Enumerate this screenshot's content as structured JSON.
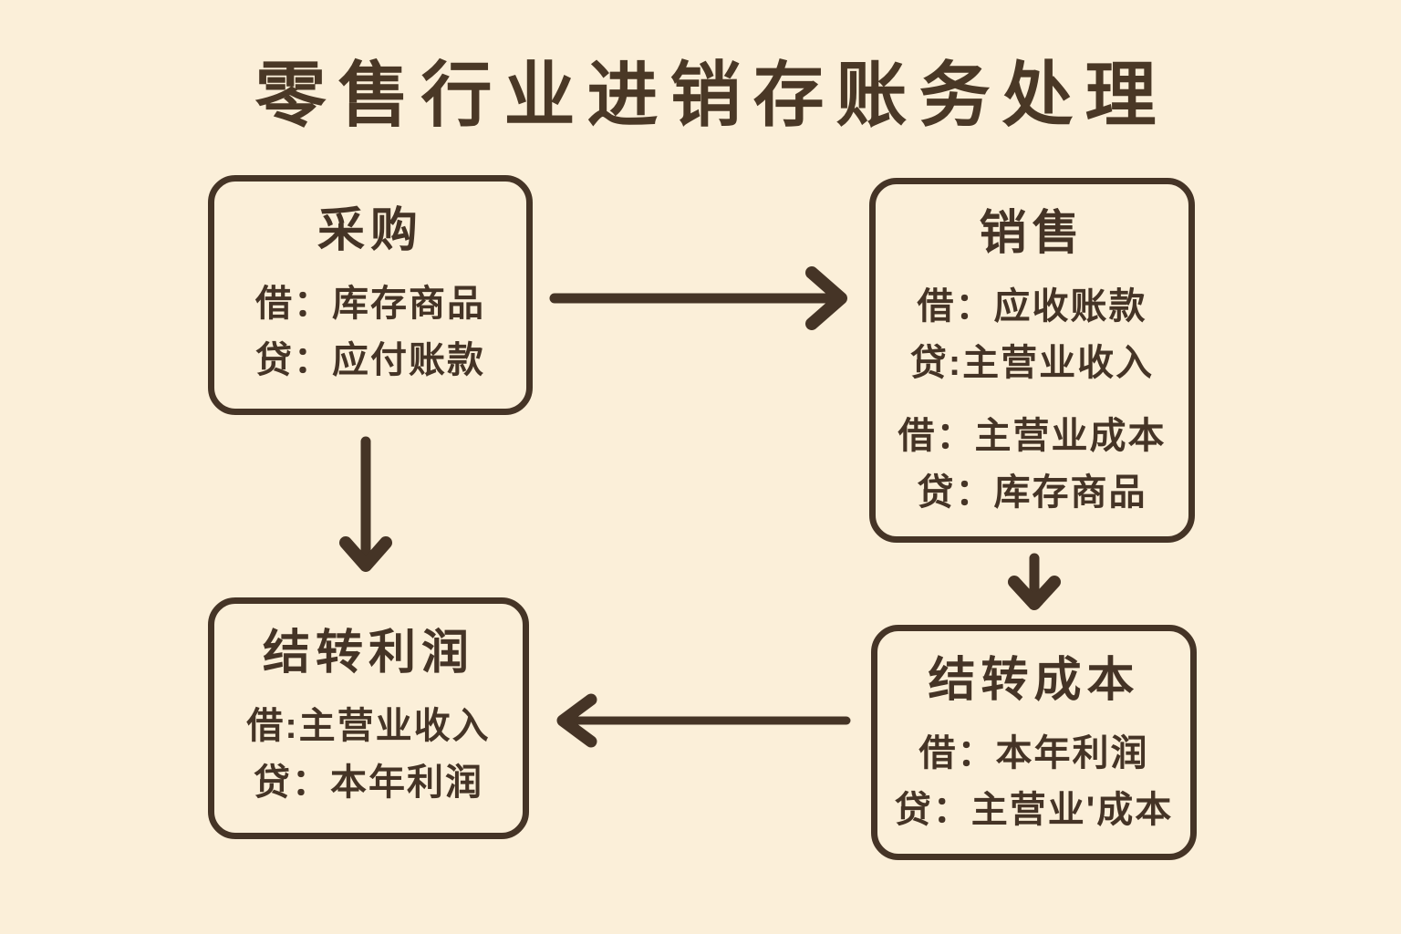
{
  "title": "零售行业进销存账务处理",
  "colors": {
    "background": "#fbefd9",
    "ink": "#453426",
    "title_ink": "#4a3826"
  },
  "boxes": {
    "purchase": {
      "title": "采购",
      "lines": [
        "借：库存商品",
        "贷：应付账款"
      ]
    },
    "sales": {
      "title": "销售",
      "lines": [
        "借：应收账款",
        "贷:主营业收入",
        "借：主营业成本",
        "贷：库存商品"
      ]
    },
    "carry_profit": {
      "title": "结转利润",
      "lines": [
        "借:主营业收入",
        "贷：本年利润"
      ]
    },
    "carry_cost": {
      "title": "结转成本",
      "lines": [
        "借：本年利润",
        "贷：主营业'成本"
      ]
    }
  },
  "arrows": {
    "purchase_to_sales": "right-arrow",
    "purchase_to_carry_profit": "down-arrow",
    "sales_to_carry_cost": "down-arrow",
    "carry_cost_to_carry_profit": "left-arrow"
  }
}
